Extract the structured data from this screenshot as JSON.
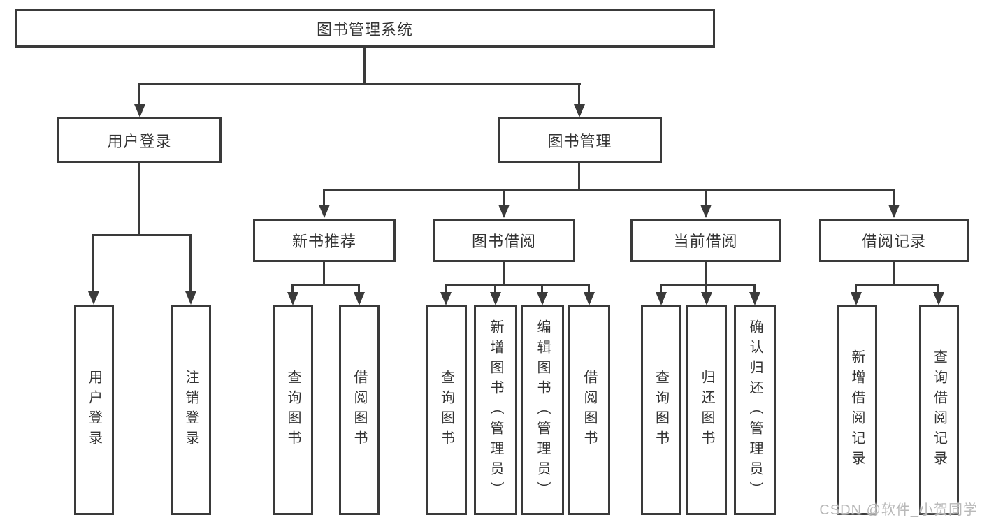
{
  "diagram": {
    "tree": {
      "label": "图书管理系统",
      "children": [
        {
          "label": "用户登录",
          "children": [
            {
              "label": "用户登录"
            },
            {
              "label": "注销登录"
            }
          ]
        },
        {
          "label": "图书管理",
          "children": [
            {
              "label": "新书推荐",
              "children": [
                {
                  "label": "查询图书"
                },
                {
                  "label": "借阅图书"
                }
              ]
            },
            {
              "label": "图书借阅",
              "children": [
                {
                  "label": "查询图书"
                },
                {
                  "label": "新增图书（管理员）"
                },
                {
                  "label": "编辑图书（管理员）"
                },
                {
                  "label": "借阅图书"
                }
              ]
            },
            {
              "label": "当前借阅",
              "children": [
                {
                  "label": "查询图书"
                },
                {
                  "label": "归还图书"
                },
                {
                  "label": "确认归还（管理员）"
                }
              ]
            },
            {
              "label": "借阅记录",
              "children": [
                {
                  "label": "新增借阅记录"
                },
                {
                  "label": "查询借阅记录"
                }
              ]
            }
          ]
        }
      ]
    },
    "line_color": "#3a3a3a"
  },
  "watermark": {
    "text": "CSDN @软件_小贺同学"
  }
}
